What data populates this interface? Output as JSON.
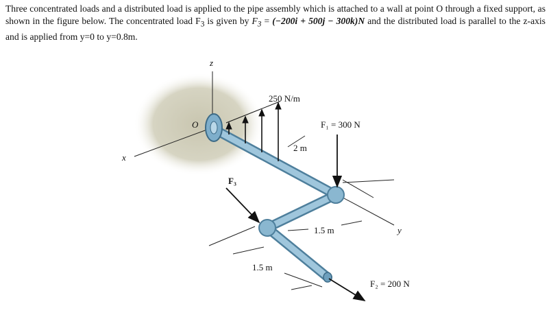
{
  "problem": {
    "text_part1": "Three concentrated loads and a distributed load is applied to the pipe assembly which is attached to a wall at point O through a fixed support, as shown in the figure below. The concentrated load F",
    "f3_sub": "3",
    "text_part2": " is given by ",
    "f3_var": "F",
    "f3_var_sub": "3",
    "eq": " = ",
    "vector_expr": "(−200i + 500j − 300k)N",
    "text_part3": " and the distributed load is parallel to the z-axis and is applied from y=0 to y=0.8m."
  },
  "figure": {
    "axis_z": "z",
    "axis_x": "x",
    "axis_y": "y",
    "point_o": "O",
    "dist_load": "250 N/m",
    "f1": "F₁ = 300 N",
    "f2": "F₂ = 200 N",
    "f3": "F₃",
    "dim_2m": "2 m",
    "dim_15m_a": "1.5 m",
    "dim_15m_b": "1.5 m"
  },
  "colors": {
    "pipe": "#9fc6dc",
    "pipe_dark": "#4e7f9c",
    "wall": "#c9c6b0",
    "arrow": "#111111"
  }
}
